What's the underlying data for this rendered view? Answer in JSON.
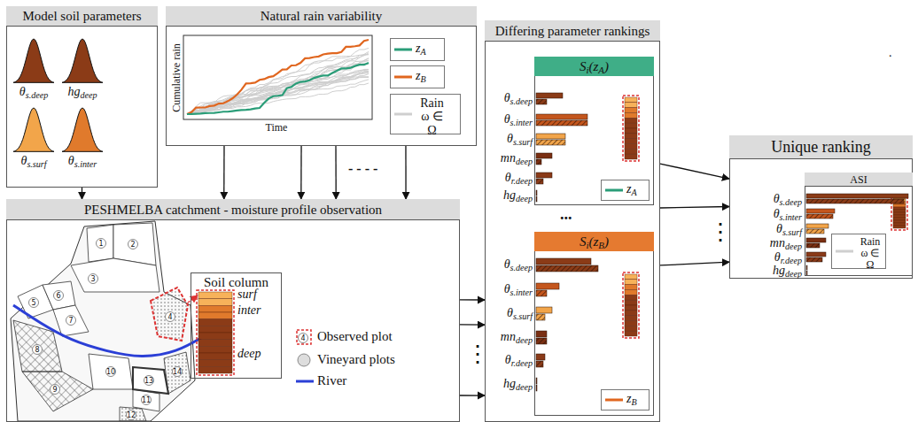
{
  "diagram": {
    "nodes": [
      {
        "text": [
          "Model soil parameters",
          "θs.deep",
          "hgdeep",
          "θs.surf",
          "θs.inter"
        ]
      },
      {
        "text": [
          "Natural rain variability",
          "Cumulative rain",
          "Time"
        ]
      },
      {
        "text": [
          "PESHMELBA catchment - moisture profile observation"
        ]
      },
      {
        "text": [
          "Soil column",
          "surf",
          "inter",
          "deep"
        ],
        "in": 2
      },
      {
        "text": [
          "Differing parameter rankings"
        ]
      },
      {
        "text": [
          "Si(zA)",
          "θs.deep",
          "θs.inter",
          "θs.surf",
          "mndeep",
          "θr.deep",
          "hgdeep"
        ],
        "in": 4
      },
      {
        "text": [
          "Si(zB)",
          "θs.deep",
          "θs.inter",
          "θs.surf",
          "mndeep",
          "θr.deep",
          "hgdeep"
        ],
        "in": 4
      },
      {
        "text": [
          "Unique ranking"
        ]
      },
      {
        "text": [
          "ASI",
          "θs.deep",
          "θs.inter",
          "θs.surf",
          "mndeep",
          "θr.deep",
          "hgdeep"
        ],
        "in": 7
      }
    ],
    "edges": [
      {
        "from": 0,
        "to": 2,
        "arrow": "to"
      },
      {
        "from": 1,
        "to": 2,
        "arrow": "to"
      },
      {
        "from": 1,
        "to": 2,
        "arrow": "to"
      },
      {
        "from": 1,
        "to": 2,
        "arrow": "to"
      },
      {
        "from": 1,
        "to": 2,
        "arrow": "to"
      },
      {
        "from": 2,
        "to": 4,
        "arrow": "to"
      },
      {
        "from": 2,
        "to": 4,
        "arrow": "to"
      },
      {
        "from": 2,
        "to": 4,
        "arrow": "to"
      },
      {
        "from": 4,
        "to": 7,
        "arrow": "to"
      },
      {
        "from": 4,
        "to": 7,
        "arrow": "to"
      },
      {
        "from": 4,
        "to": 7,
        "arrow": "to"
      }
    ],
    "labels": [
      "1",
      "2",
      "3",
      "4",
      "5",
      "6",
      "7",
      "8",
      "9",
      "10",
      "11",
      "12",
      "13",
      "14",
      "4",
      "- - - -",
      "...",
      "⋮",
      "⋮",
      "."
    ],
    "legend": [
      {
        "text": "zA"
      },
      {
        "text": "zB"
      },
      {
        "text": "Rain ω ∈ Ω"
      },
      {
        "text": "Observed plot"
      },
      {
        "text": "Vineyard plots"
      },
      {
        "text": "River"
      },
      {
        "text": "zA"
      },
      {
        "text": "zB"
      },
      {
        "text": "Rain ω ∈ Ω"
      }
    ]
  }
}
